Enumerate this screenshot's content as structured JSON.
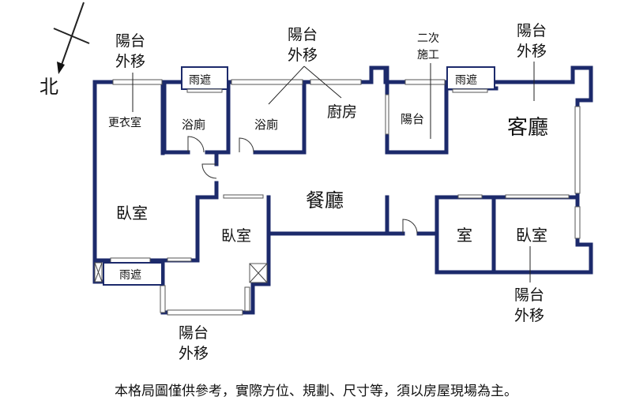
{
  "compass": {
    "north": "北"
  },
  "rooms": {
    "dressing": "更衣室",
    "bath1": "浴廁",
    "bath2": "浴廁",
    "kitchen": "廚房",
    "balcony_mid": "陽台",
    "living": "客廳",
    "dining": "餐廳",
    "bed_left": "臥室",
    "bed_center": "臥室",
    "room_small": "室",
    "bed_right": "臥室"
  },
  "canopies": {
    "top_left": "雨遮",
    "top_right": "雨遮",
    "bottom_left": "雨遮"
  },
  "annotations": {
    "move_a_1": "陽台",
    "move_a_2": "外移",
    "move_b_1": "陽台",
    "move_b_2": "外移",
    "second_1": "二次",
    "second_2": "施工",
    "move_c_1": "陽台",
    "move_c_2": "外移",
    "move_d_1": "陽台",
    "move_d_2": "外移",
    "move_e_1": "陽台",
    "move_e_2": "外移"
  },
  "colors": {
    "wall": "#1c2a6b",
    "text": "#111111"
  },
  "disclaimer": "本格局圖僅供參考，實際方位、規劃、尺寸等，須以房屋現場為主。"
}
